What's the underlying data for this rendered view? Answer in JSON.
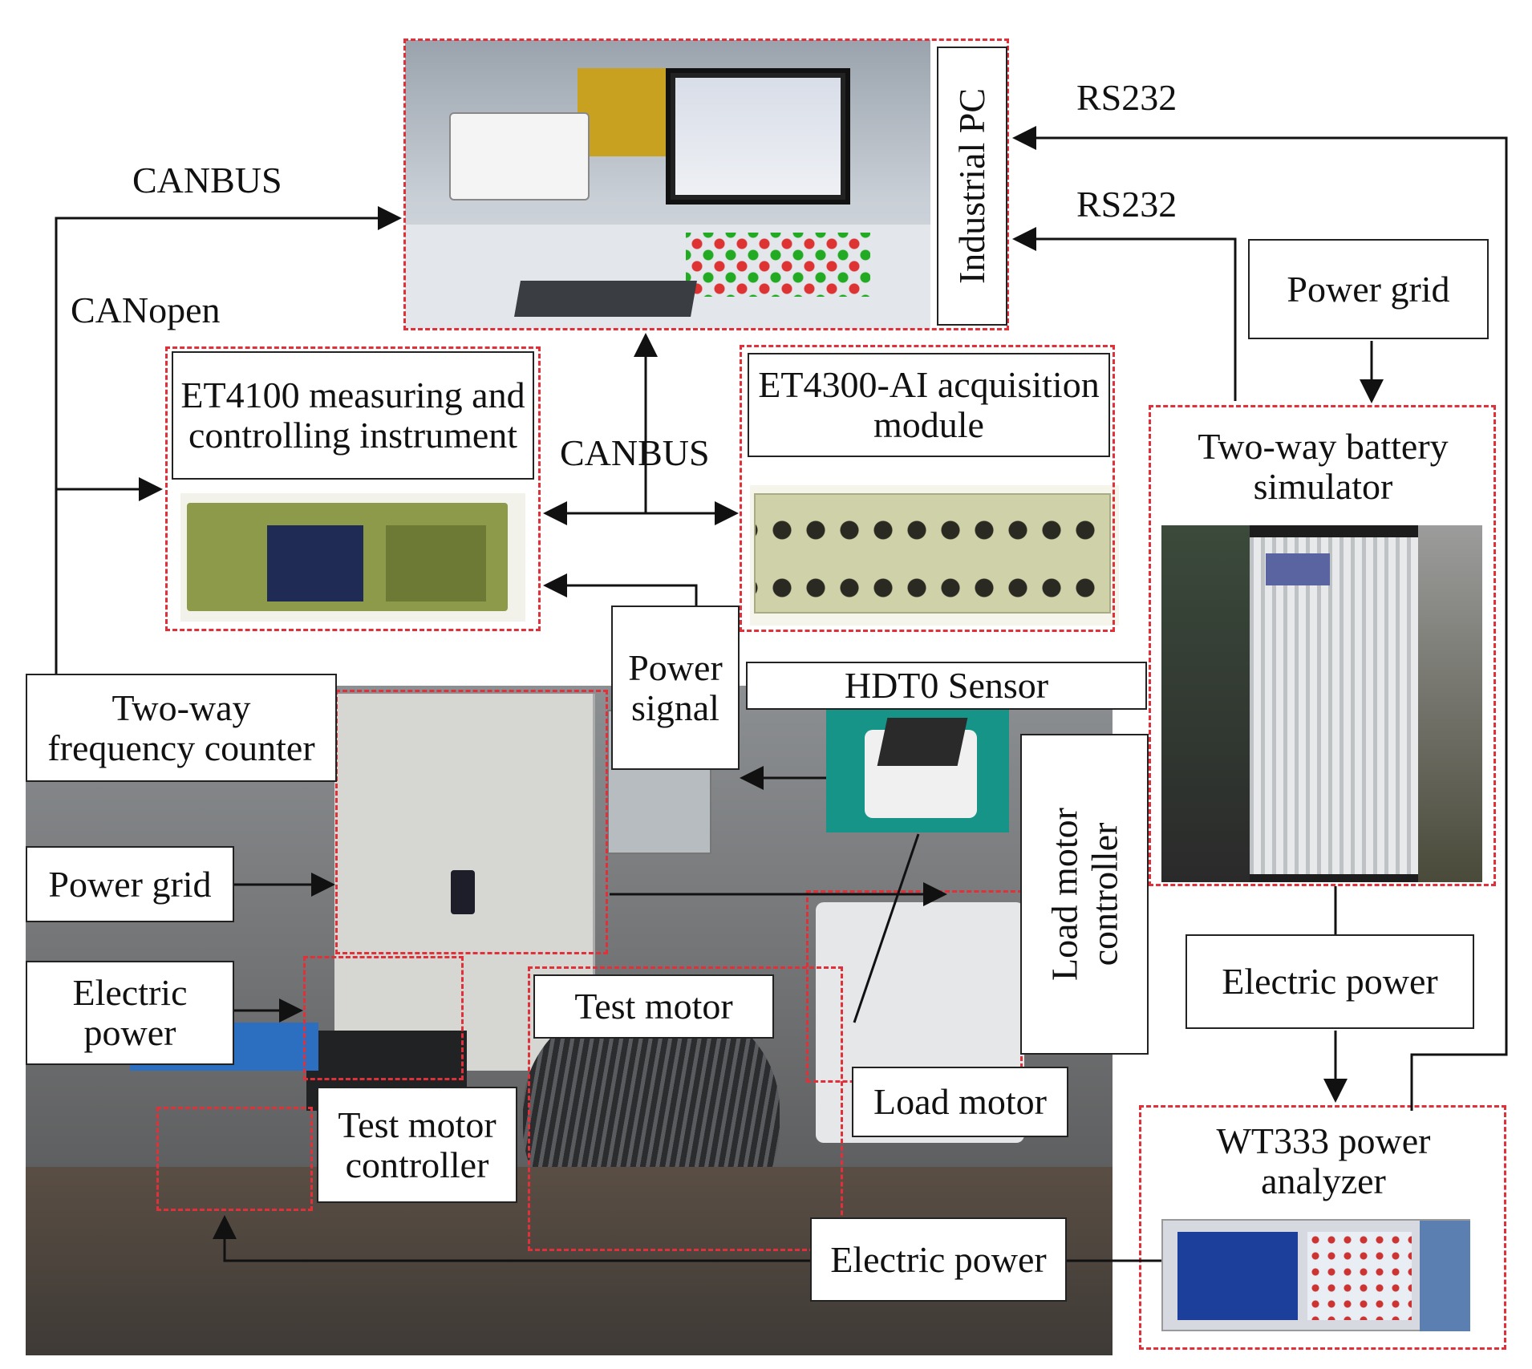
{
  "labels": {
    "industrial_pc": "Industrial PC",
    "rs232_top": "RS232",
    "rs232_mid": "RS232",
    "canbus_top": "CANBUS",
    "canopen": "CANopen",
    "canbus_mid": "CANBUS",
    "et4100": "ET4100 measuring and controlling instrument",
    "et4300": "ET4300-AI acquisition module",
    "power_grid_right": "Power grid",
    "battery_simulator": "Two-way battery simulator",
    "power_signal": "Power signal",
    "hdt0_sensor": "HDT0 Sensor",
    "load_motor_controller": "Load motor controller",
    "two_way_counter": "Two-way frequency counter",
    "power_grid_left": "Power grid",
    "electric_power_left": "Electric power",
    "test_motor": "Test motor",
    "test_motor_controller": "Test motor controller",
    "load_motor": "Load motor",
    "electric_power_right": "Electric power",
    "wt333": "WT333 power analyzer",
    "electric_power_bottom": "Electric power"
  },
  "colors": {
    "dashed_frame": "#e0303a",
    "line": "#222222"
  }
}
